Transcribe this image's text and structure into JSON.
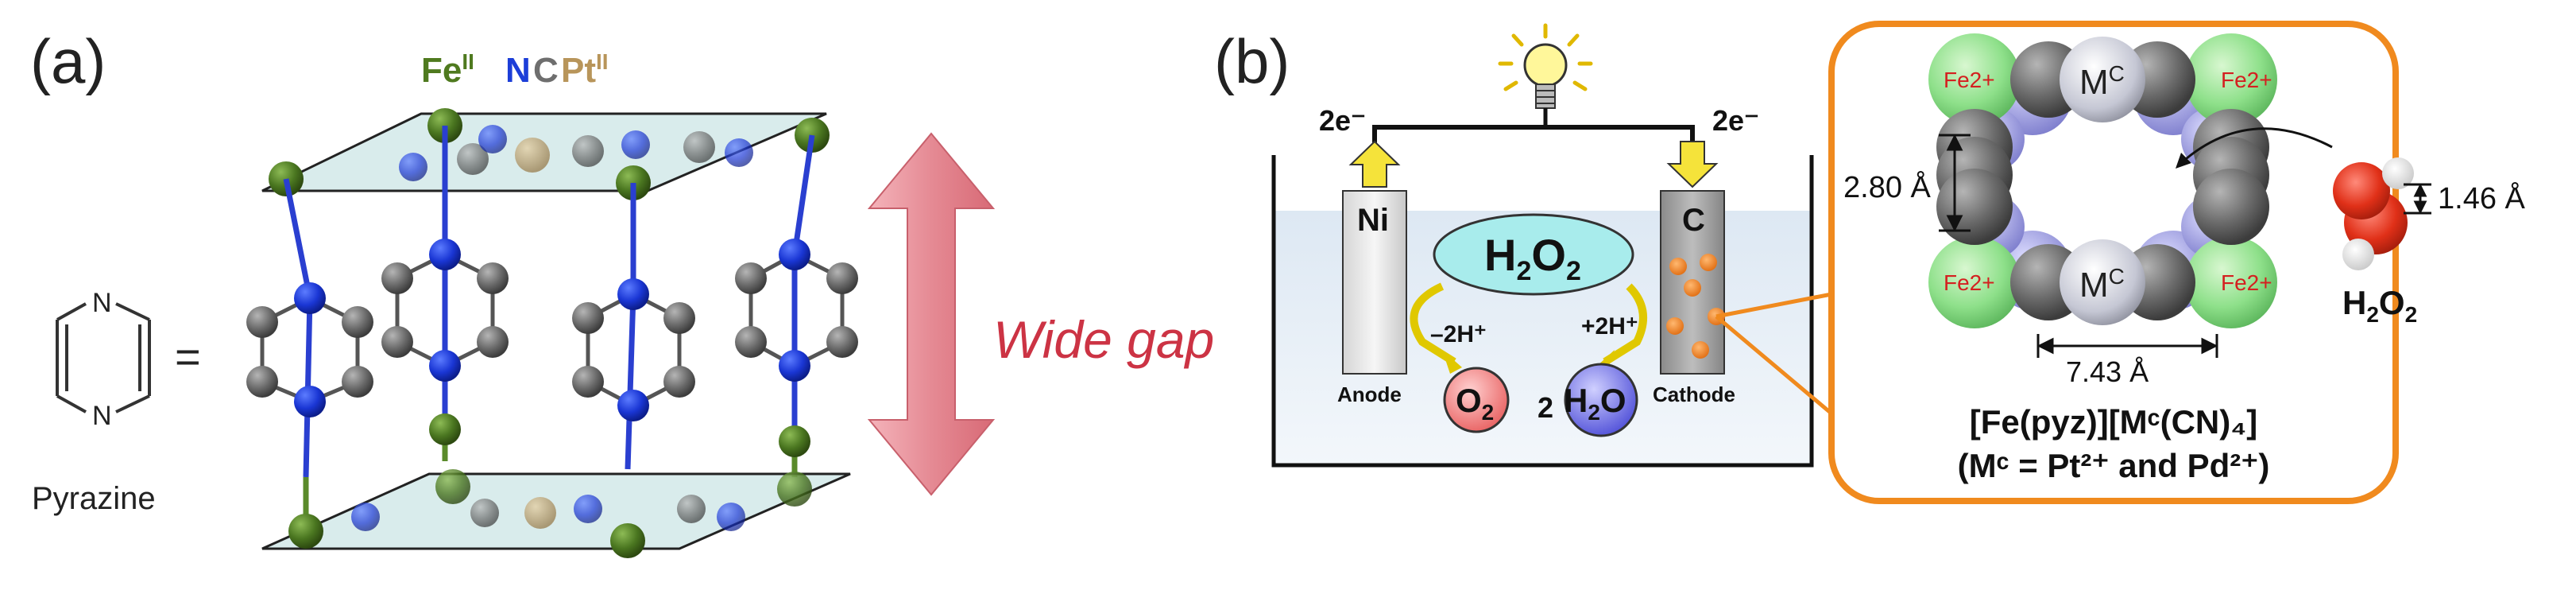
{
  "panel_a": {
    "label": "(a)",
    "legend": {
      "fe": "Fe",
      "fe_sup": "II",
      "n": "N",
      "c": "C",
      "pt": "Pt",
      "pt_sup": "II"
    },
    "pyrazine": {
      "n_top": "N",
      "n_bottom": "N",
      "equals": "=",
      "caption": "Pyrazine"
    },
    "wide_gap": "Wide gap",
    "colors": {
      "fe": "#4f7a1f",
      "n": "#1c3ed8",
      "c": "#6e6e6e",
      "pt": "#b8955a",
      "gap_arrow": "#e58a94",
      "wide_gap_text": "#cc3344"
    }
  },
  "panel_b": {
    "label": "(b)",
    "electrons_left": "2e⁻",
    "electrons_right": "2e⁻",
    "anode_metal": "Ni",
    "cathode_metal": "C",
    "h2o2_main": {
      "base": "H",
      "sub1": "2",
      "mid": "O",
      "sub2": "2"
    },
    "minus_2h": "–2H⁺",
    "plus_2h": "+2H⁺",
    "anode": "Anode",
    "cathode": "Cathode",
    "o2": {
      "base": "O",
      "sub": "2"
    },
    "h2o": {
      "coef": "2",
      "base": "H",
      "sub": "2",
      "tail": "O"
    },
    "inset": {
      "fe_label": "Fe2+",
      "mc_label": "M",
      "mc_sup": "C",
      "vertical_dim": "2.80 Å",
      "horizontal_dim": "7.43 Å",
      "h2o2_dim": "1.46 Å",
      "h2o2_label": {
        "base": "H",
        "sub1": "2",
        "mid": "O",
        "sub2": "2"
      },
      "formula_line1": "[Fe(pyz)][Mᶜ(CN)₄]",
      "formula_line2": "(Mᶜ = Pt²⁺ and Pd²⁺)"
    },
    "colors": {
      "inset_border": "#f08a1e",
      "electrolyte": "#e3ecf5",
      "h2o2_bubble": "#a8ecec",
      "o2_bubble": "#f07a7a",
      "h2o_bubble": "#6f6fea",
      "electron_arrow": "#f5e33a"
    }
  }
}
